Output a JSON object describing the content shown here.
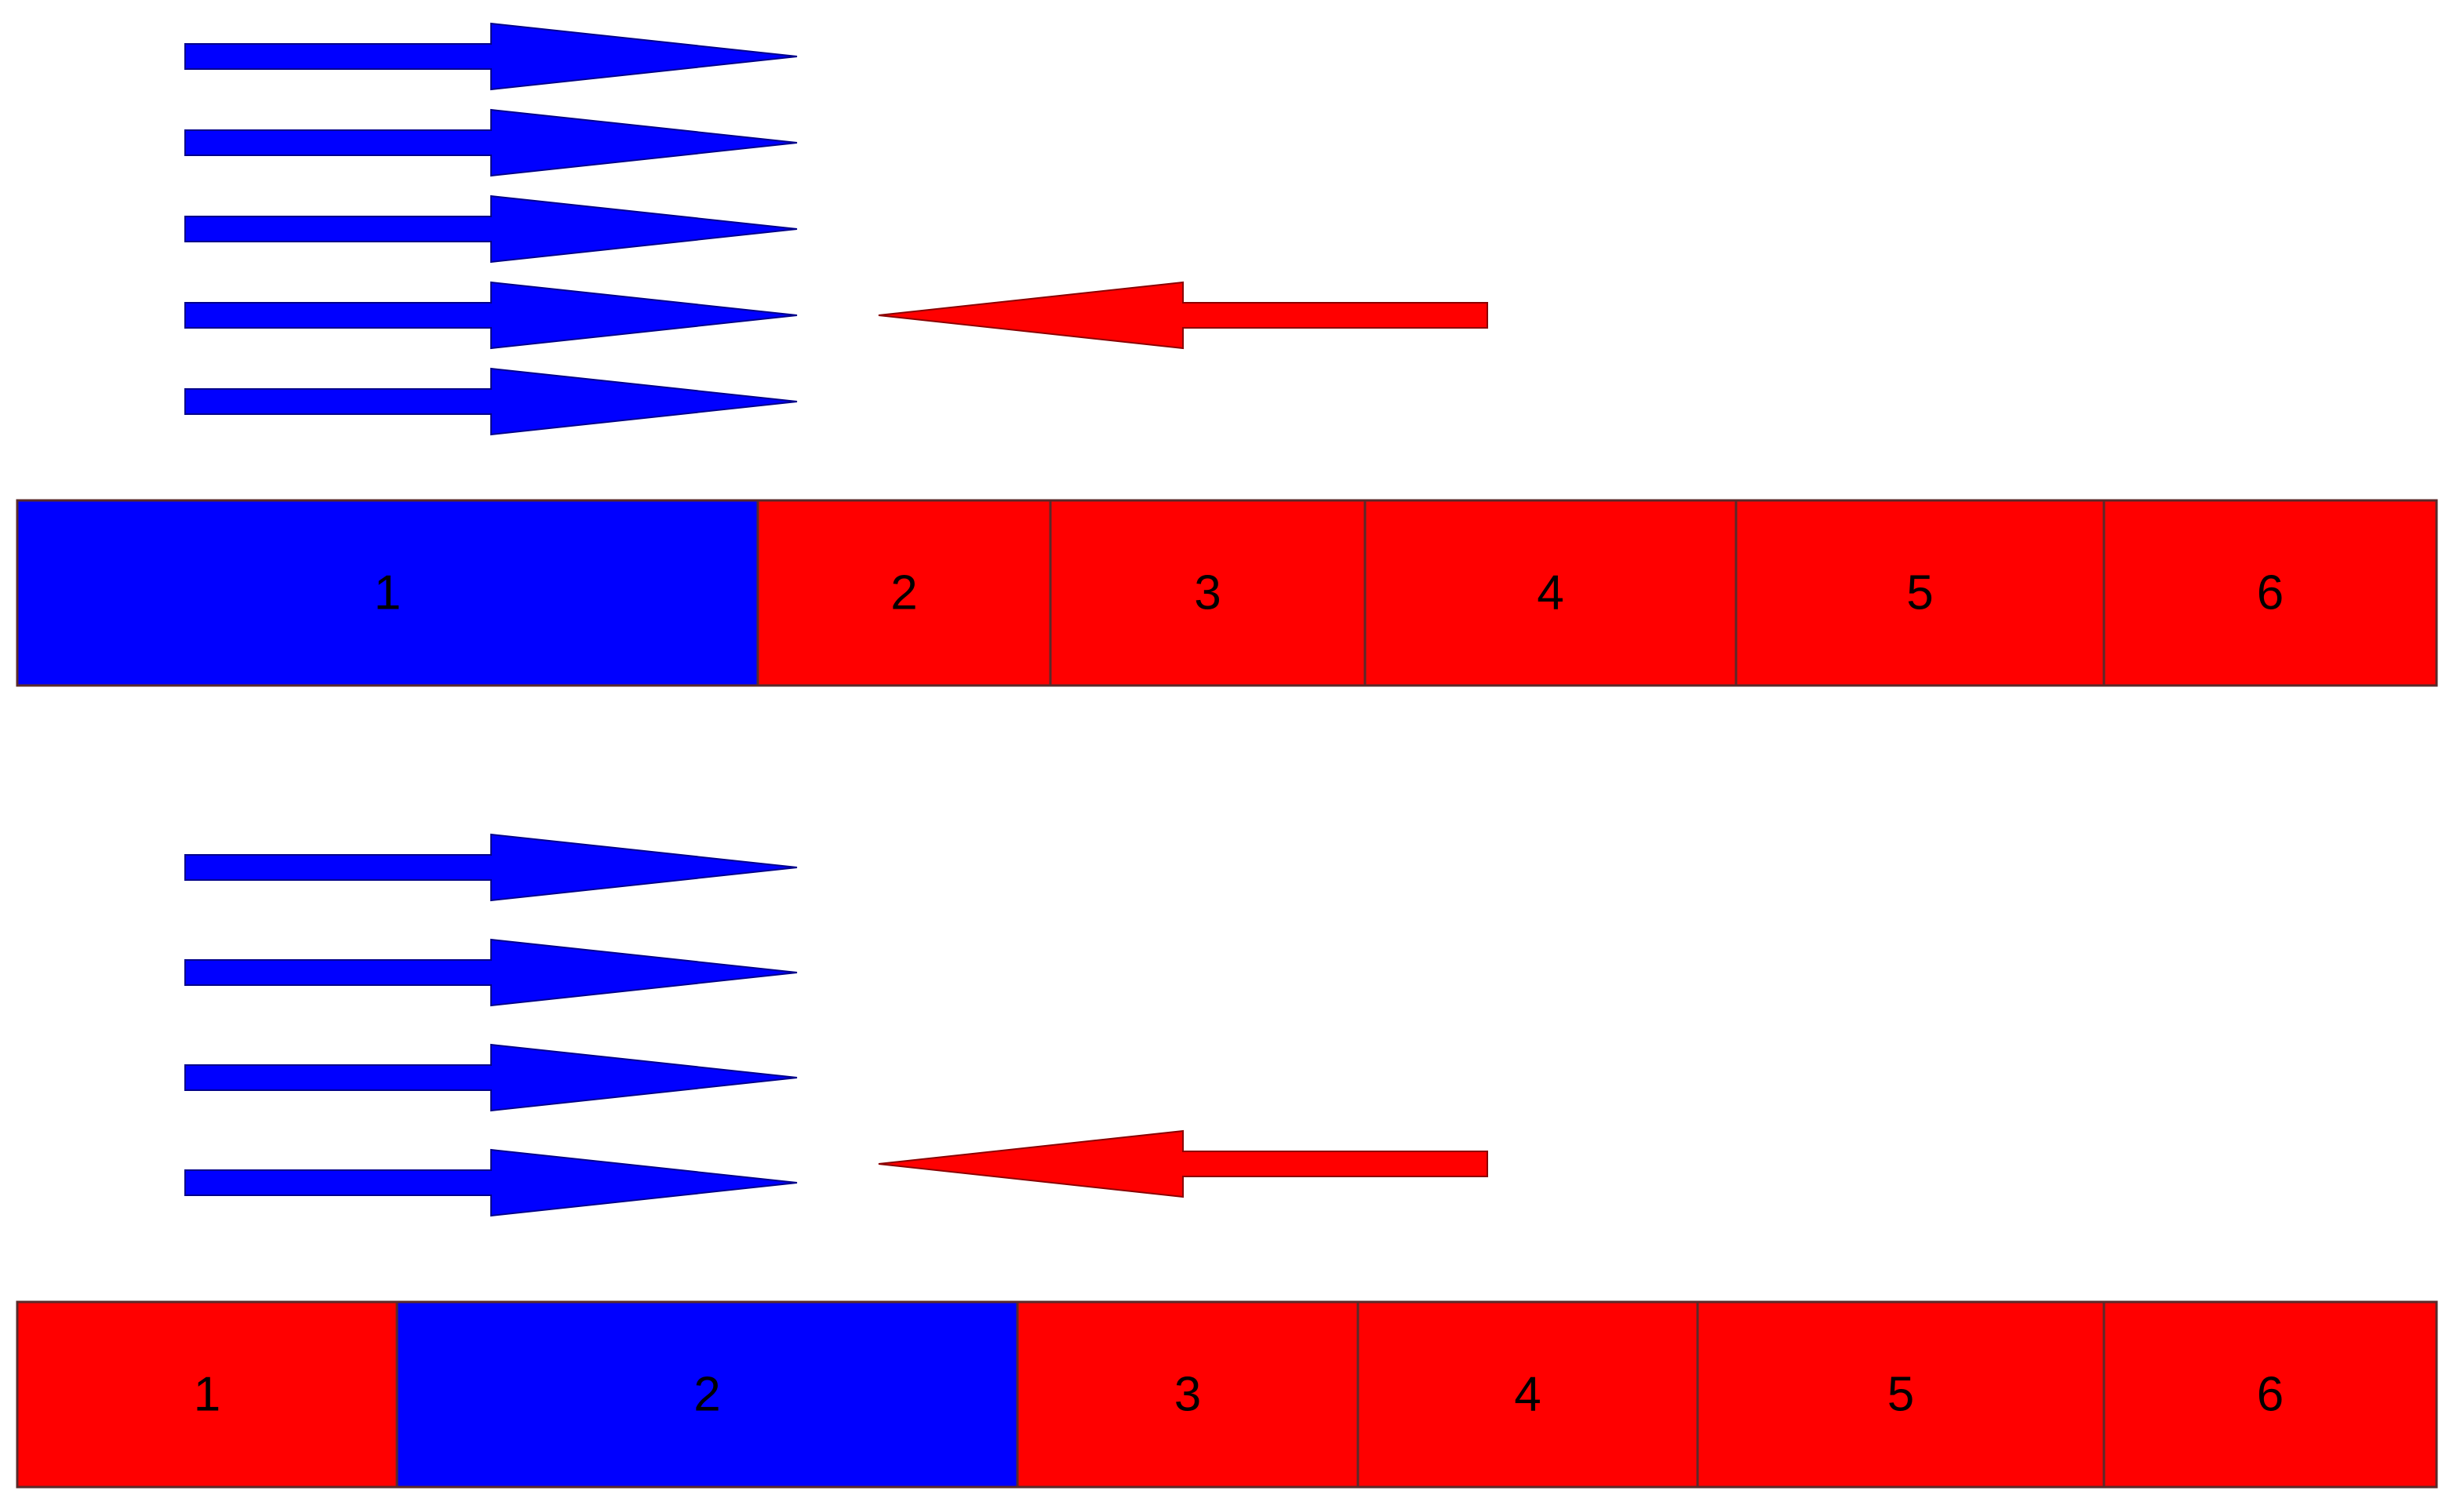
{
  "colors": {
    "blue": "#0000ff",
    "red": "#ff0000",
    "border": "#5a2a2a",
    "text": "#000000"
  },
  "panels": [
    {
      "arrows_right_count": 5,
      "arrows_left_count": 1,
      "arrows_left_color": "red",
      "arrows_right_color": "blue",
      "cells": [
        {
          "label": "1",
          "color": "blue"
        },
        {
          "label": "2",
          "color": "red"
        },
        {
          "label": "3",
          "color": "red"
        },
        {
          "label": "4",
          "color": "red"
        },
        {
          "label": "5",
          "color": "red"
        },
        {
          "label": "6",
          "color": "red"
        }
      ]
    },
    {
      "arrows_right_count": 4,
      "arrows_left_count": 1,
      "arrows_left_color": "red",
      "arrows_right_color": "blue",
      "cells": [
        {
          "label": "1",
          "color": "red"
        },
        {
          "label": "2",
          "color": "blue"
        },
        {
          "label": "3",
          "color": "red"
        },
        {
          "label": "4",
          "color": "red"
        },
        {
          "label": "5",
          "color": "red"
        },
        {
          "label": "6",
          "color": "red"
        }
      ]
    }
  ]
}
